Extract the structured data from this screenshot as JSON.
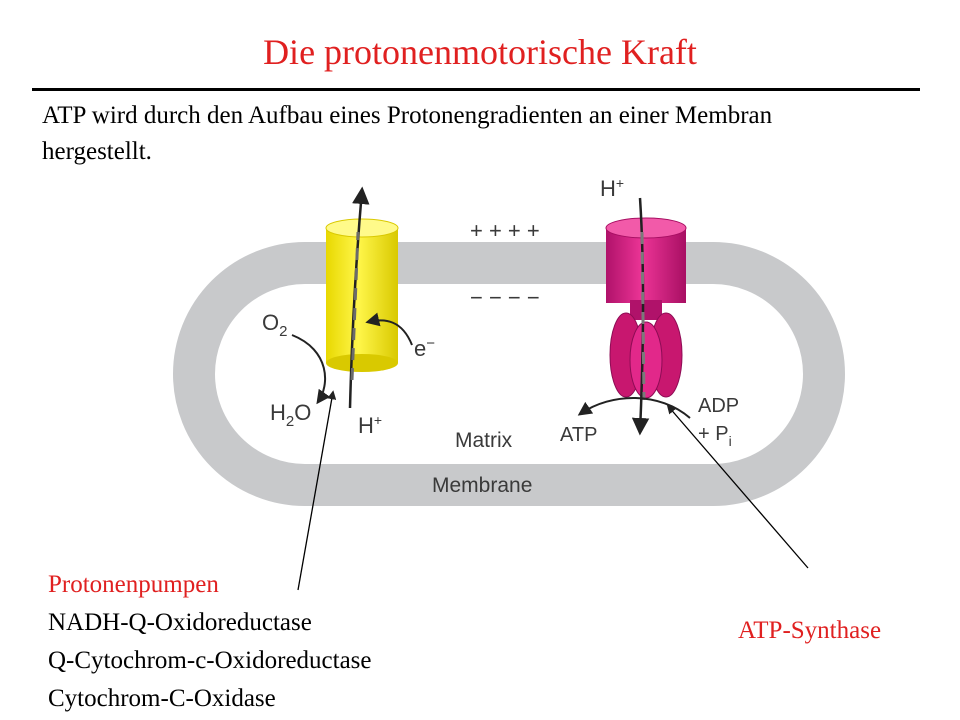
{
  "title": "Die protonenmotorische Kraft",
  "intro": "ATP wird durch den Aufbau eines Protonengradienten an einer Membran hergestellt.",
  "diagram": {
    "h_plus_top": "H",
    "plus_charges": "+ + + +",
    "minus_charges": "− − − −",
    "o2": "O",
    "h2o_h": "H",
    "h2o_o": "O",
    "e_minus": "e",
    "h_plus_bottom": "H",
    "matrix": "Matrix",
    "membrane": "Membrane",
    "atp": "ATP",
    "adp": "ADP",
    "pi": "+ P",
    "pi_sub": "i"
  },
  "legend": {
    "pumps_heading": "Protonenpumpen",
    "pumps": [
      "NADH-Q-Oxidoreductase",
      "Q-Cytochrom-c-Oxidoreductase",
      "Cytochrom-C-Oxidase"
    ],
    "synthase": "ATP-Synthase"
  },
  "colors": {
    "title": "#e02020",
    "membrane": "#c8c9cb",
    "pump": "#f2ea1e",
    "synthase": "#d81b7c"
  }
}
